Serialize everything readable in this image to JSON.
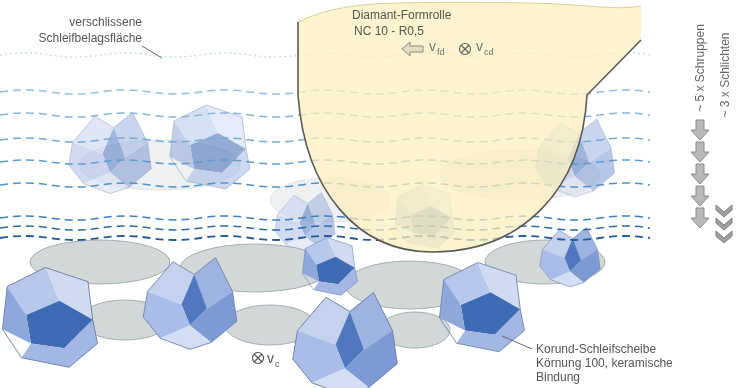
{
  "diagram": {
    "nodes": [
      {
        "text": [
          "Diamant-Formrolle",
          "NC 10 - R0,5"
        ]
      }
    ],
    "labels": [
      "verschlissene Schleifbelagsfläche",
      "v",
      "fd",
      "v",
      "cd",
      "~ 5 x Schruppen",
      "~ 3 x Schlichten",
      "Korund-Schleifscheibe Körnung 100, keramische Bindung",
      "v",
      "c"
    ]
  }
}
